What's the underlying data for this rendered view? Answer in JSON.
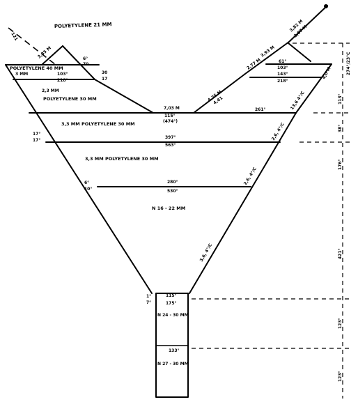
{
  "labels": {
    "polyethylene_top": "POLYETYLENE 21 MM",
    "polyethylene_left_a": "POLYETYLENE 40 MM",
    "left_a_sub_mm": "3 MM",
    "left_a_angle1": "103°",
    "left_a_angle2": "218°",
    "left_small_mm": "2,3 MM",
    "polyethylene_left_b": "POLYETYLENE 30 MM",
    "left_edge_mark": "121",
    "left_corner_mm": "3,35 M",
    "left_peak_angle1": "6°",
    "left_peak_angle2": "70",
    "left_mid_angle1": "30",
    "left_mid_angle2": "17",
    "center_top_mm": "7,03 M",
    "center_top_angle1": "115°",
    "center_top_angle2": "(474°)",
    "band1": "3,3 MM POLYETYLENE 30 MM",
    "band1_right_angle": "261°",
    "band1_left_a": "17°",
    "band1_left_b": "17°",
    "band2_angle1": "397°",
    "band2_angle2": "563°",
    "band2": "3,3 MM POLYETYLENE 30 MM",
    "band3_left_a": "6°",
    "band3_left_b": "10°",
    "band3_angle1": "280°",
    "band3_angle2": "530°",
    "core": "N 16 - 22 MM",
    "right_diag1": "4,25 M",
    "right_diag1b": "4,41",
    "right_diag2": "2,77 M",
    "right_diag2b": "3,93 M",
    "right_top1": "3,82 M",
    "right_top2": "3,87 M",
    "right_angle1": "61°",
    "right_angle2": "103°",
    "right_angle3": "143°",
    "right_angle4": "218°",
    "right_corner": "4,0 M",
    "right_slope1": "13,6 4°/C",
    "right_slope2": "2,6, 4°/C",
    "right_slope3": "2,6, 4°/C",
    "right_slope4": "3,6, 4°/C",
    "stem_top_angle1": "115°",
    "stem_top_angle2": "175°",
    "stem_left_a": "1°",
    "stem_left_b": "7°",
    "stem_label1": "N 24 - 30 MM",
    "stem_mid_angle": "133°",
    "stem_label2": "N 27 - 30 MM",
    "dim_top": "274°/23°C",
    "dim_1": "113°",
    "dim_2": "38°",
    "dim_3": "176°",
    "dim_4": "421°",
    "dim_5": "123°",
    "dim_6": "123°"
  }
}
